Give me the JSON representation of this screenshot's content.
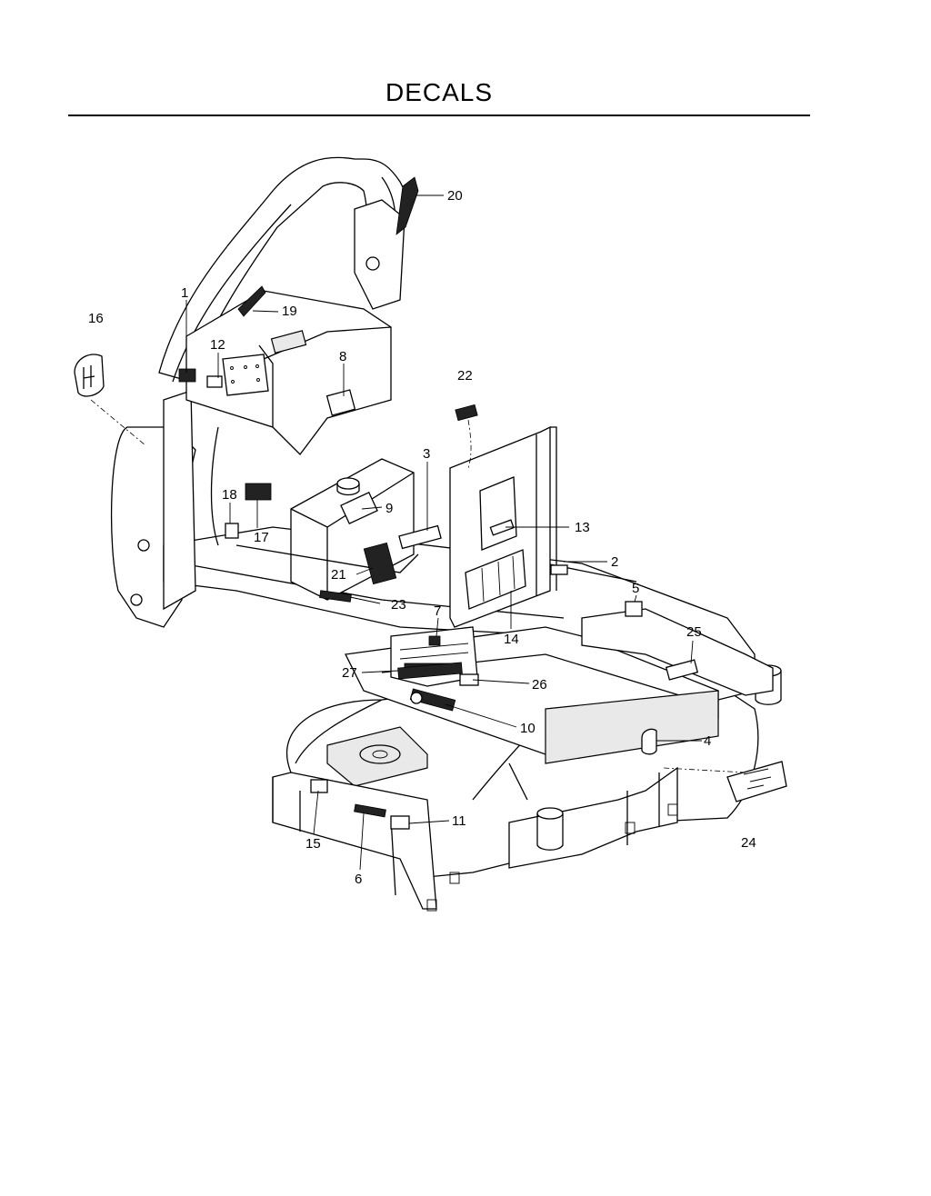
{
  "header": {
    "title": "DECALS"
  },
  "diagram": {
    "callouts": [
      {
        "id": "1",
        "label": "1"
      },
      {
        "id": "2",
        "label": "2"
      },
      {
        "id": "3",
        "label": "3"
      },
      {
        "id": "4",
        "label": "4"
      },
      {
        "id": "5",
        "label": "5"
      },
      {
        "id": "6",
        "label": "6"
      },
      {
        "id": "7",
        "label": "7"
      },
      {
        "id": "8",
        "label": "8"
      },
      {
        "id": "9",
        "label": "9"
      },
      {
        "id": "10",
        "label": "10"
      },
      {
        "id": "11",
        "label": "11"
      },
      {
        "id": "12",
        "label": "12"
      },
      {
        "id": "13",
        "label": "13"
      },
      {
        "id": "14",
        "label": "14"
      },
      {
        "id": "15",
        "label": "15"
      },
      {
        "id": "16",
        "label": "16"
      },
      {
        "id": "17",
        "label": "17"
      },
      {
        "id": "18",
        "label": "18"
      },
      {
        "id": "19",
        "label": "19"
      },
      {
        "id": "20",
        "label": "20"
      },
      {
        "id": "21",
        "label": "21"
      },
      {
        "id": "22",
        "label": "22"
      },
      {
        "id": "23",
        "label": "23"
      },
      {
        "id": "24",
        "label": "24"
      },
      {
        "id": "25",
        "label": "25"
      },
      {
        "id": "26",
        "label": "26"
      },
      {
        "id": "27",
        "label": "27"
      }
    ]
  }
}
